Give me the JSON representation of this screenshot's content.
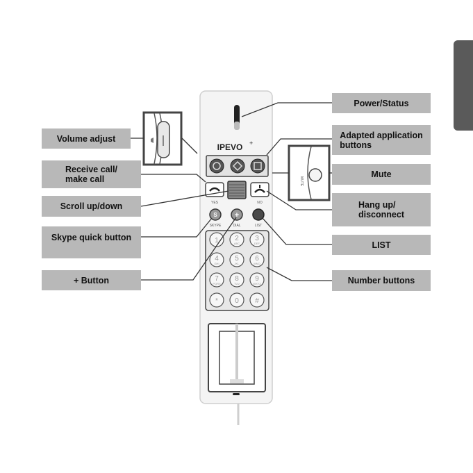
{
  "labels": {
    "volume_adjust": "Volume adjust",
    "receive_call": "Receive call/\nmake call",
    "scroll": "Scroll up/down",
    "skype_quick": "Skype quick button",
    "plus_button": "+ Button",
    "power_status": "Power/Status",
    "adapted_app": "Adapted application\nbuttons",
    "mute": "Mute",
    "hang_up": "Hang up/\ndisconnect",
    "list": "LIST",
    "number_buttons": "Number buttons"
  },
  "device": {
    "brand": "IPEVO",
    "yes_label": "YES",
    "no_label": "NO",
    "skype_label": "SKYPE",
    "dial_label": "DIAL",
    "list_label": "LIST",
    "mute_label": "MUTE",
    "keypad": [
      {
        "digit": "1",
        "letters": ""
      },
      {
        "digit": "2",
        "letters": "ABC"
      },
      {
        "digit": "3",
        "letters": "DEF"
      },
      {
        "digit": "4",
        "letters": "GHI"
      },
      {
        "digit": "5",
        "letters": "JKL"
      },
      {
        "digit": "6",
        "letters": "MNO"
      },
      {
        "digit": "7",
        "letters": "PQRS"
      },
      {
        "digit": "8",
        "letters": "TUV"
      },
      {
        "digit": "9",
        "letters": "WXYZ"
      },
      {
        "digit": "*",
        "letters": ""
      },
      {
        "digit": "0",
        "letters": ""
      },
      {
        "digit": "#",
        "letters": ""
      }
    ]
  },
  "colors": {
    "label_bg": "#b8b8b8",
    "device_body": "#f4f4f4",
    "button_dark": "#4a4a4a",
    "tab": "#5a5a5a"
  }
}
